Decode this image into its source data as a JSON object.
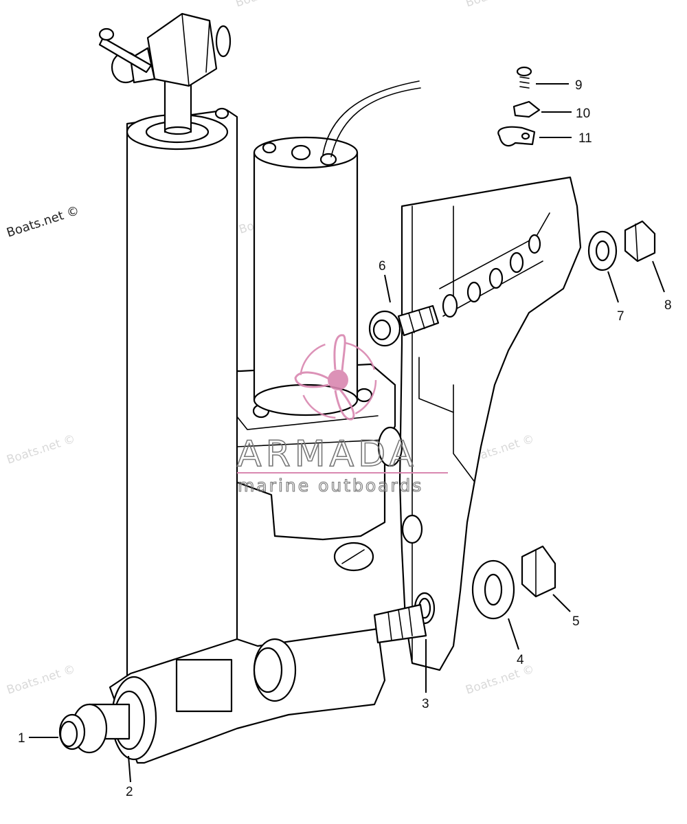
{
  "watermarks": {
    "dark": "Boats.net ©",
    "faint": "Boats.net ©"
  },
  "logo": {
    "name": "ARMADA",
    "tagline": "marine outboards",
    "color": "#d987b0"
  },
  "callouts": [
    "1",
    "2",
    "3",
    "4",
    "5",
    "6",
    "7",
    "8",
    "9",
    "10",
    "11"
  ]
}
